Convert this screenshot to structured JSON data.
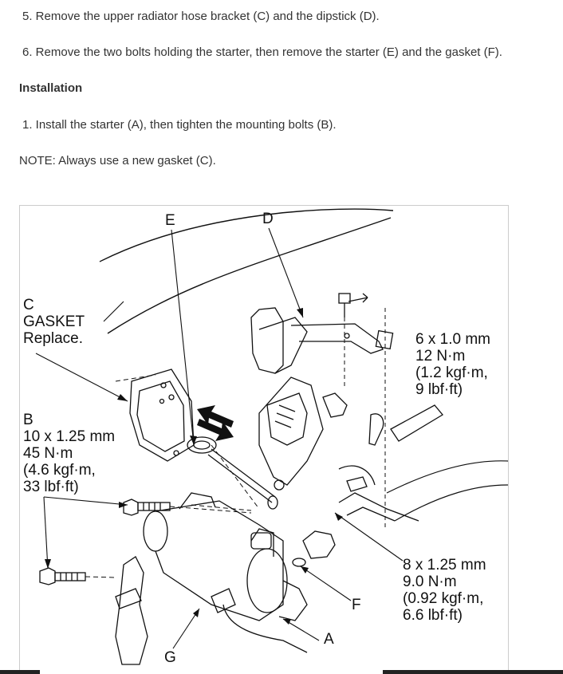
{
  "steps": {
    "step5": "5. Remove the upper radiator hose bracket (C) and the dipstick (D).",
    "step6": "6. Remove the two bolts holding the starter, then remove the starter (E) and the gasket (F).",
    "installation_heading": "Installation",
    "install1": "1. Install the starter (A), then tighten the mounting bolts (B).",
    "note": "NOTE: Always use a new gasket (C)."
  },
  "figure": {
    "labels": {
      "E": "E",
      "D": "D",
      "F": "F",
      "A": "A",
      "G": "G"
    },
    "callout_c": "C\nGASKET\nReplace.",
    "callout_b": "B\n10 x 1.25 mm\n45 N·m\n(4.6 kgf·m,\n33 lbf·ft)",
    "spec_upper": "6 x 1.0 mm\n12 N·m\n(1.2 kgf·m,\n9 lbf·ft)",
    "spec_lower": "8 x 1.25 mm\n9.0 N·m\n(0.92 kgf·m,\n6.6 lbf·ft)"
  }
}
